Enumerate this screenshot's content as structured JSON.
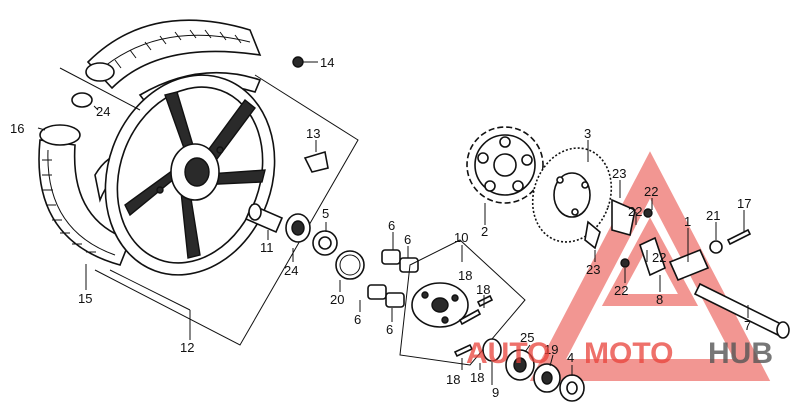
{
  "callouts": [
    {
      "id": "c-14",
      "text": "14"
    },
    {
      "id": "c-24a",
      "text": "24"
    },
    {
      "id": "c-16",
      "text": "16"
    },
    {
      "id": "c-13",
      "text": "13"
    },
    {
      "id": "c-5",
      "text": "5"
    },
    {
      "id": "c-11",
      "text": "11"
    },
    {
      "id": "c-24b",
      "text": "24"
    },
    {
      "id": "c-15",
      "text": "15"
    },
    {
      "id": "c-12",
      "text": "12"
    },
    {
      "id": "c-20",
      "text": "20"
    },
    {
      "id": "c-6a",
      "text": "6"
    },
    {
      "id": "c-6b",
      "text": "6"
    },
    {
      "id": "c-6c",
      "text": "6"
    },
    {
      "id": "c-6d",
      "text": "6"
    },
    {
      "id": "c-10",
      "text": "10"
    },
    {
      "id": "c-2",
      "text": "2"
    },
    {
      "id": "c-3",
      "text": "3"
    },
    {
      "id": "c-23a",
      "text": "23"
    },
    {
      "id": "c-22a",
      "text": "22"
    },
    {
      "id": "c-22b",
      "text": "22"
    },
    {
      "id": "c-23b",
      "text": "23"
    },
    {
      "id": "c-22c",
      "text": "22"
    },
    {
      "id": "c-22d",
      "text": "22"
    },
    {
      "id": "c-8",
      "text": "8"
    },
    {
      "id": "c-1",
      "text": "1"
    },
    {
      "id": "c-21",
      "text": "21"
    },
    {
      "id": "c-17",
      "text": "17"
    },
    {
      "id": "c-7",
      "text": "7"
    },
    {
      "id": "c-18a",
      "text": "18"
    },
    {
      "id": "c-18b",
      "text": "18"
    },
    {
      "id": "c-18c",
      "text": "18"
    },
    {
      "id": "c-18d",
      "text": "18"
    },
    {
      "id": "c-9",
      "text": "9"
    },
    {
      "id": "c-25",
      "text": "25"
    },
    {
      "id": "c-19",
      "text": "19"
    },
    {
      "id": "c-4",
      "text": "4"
    }
  ],
  "watermark": {
    "text_auto": "AUTO",
    "text_moto": "MOTO",
    "text_hub": "HUB",
    "accent_color": "#e8423a",
    "dark_color": "#555555"
  }
}
